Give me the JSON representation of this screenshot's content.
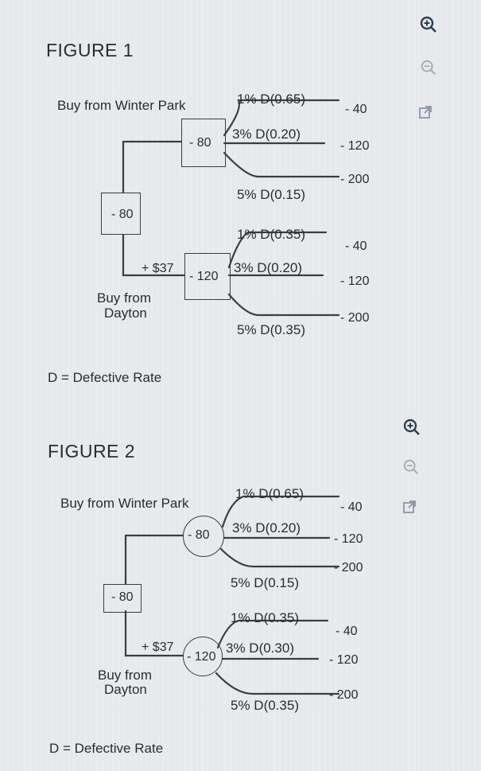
{
  "toolbar": {
    "zoom_in_icon": "zoom-in-icon",
    "zoom_out_icon": "zoom-out-icon",
    "open_external_icon": "open-external-icon"
  },
  "figure1": {
    "title": "FIGURE 1",
    "winter_label": "Buy from Winter Park",
    "dayton_label_1": "Buy from",
    "dayton_label_2": "Dayton",
    "root_value": "- 80",
    "plus37": "+ $37",
    "top_node_value": "- 80",
    "bottom_node_value": "- 120",
    "top_branches": [
      "1% D(0.65)",
      "3% D(0.20)",
      "5% D(0.15)"
    ],
    "bottom_branches": [
      "1% D(0.35)",
      "3% D(0.20)",
      "5% D(0.35)"
    ],
    "outcomes_top": [
      "- 40",
      "- 120",
      "- 200"
    ],
    "outcomes_bottom": [
      "- 40",
      "- 120",
      "- 200"
    ],
    "legend": "D = Defective Rate"
  },
  "figure2": {
    "title": "FIGURE 2",
    "winter_label": "Buy from Winter Park",
    "dayton_label_1": "Buy from",
    "dayton_label_2": "Dayton",
    "root_value": "- 80",
    "plus37": "+ $37",
    "top_node_value": "- 80",
    "bottom_node_value": "- 120",
    "top_branches": [
      "1% D(0.65)",
      "3% D(0.20)",
      "5% D(0.15)"
    ],
    "bottom_branches": [
      "1% D(0.35)",
      "3% D(0.30)",
      "5% D(0.35)"
    ],
    "outcomes_top": [
      "- 40",
      "- 120",
      "- 200"
    ],
    "outcomes_bottom": [
      "- 40",
      "- 120",
      "- 200"
    ],
    "legend": "D = Defective Rate"
  }
}
